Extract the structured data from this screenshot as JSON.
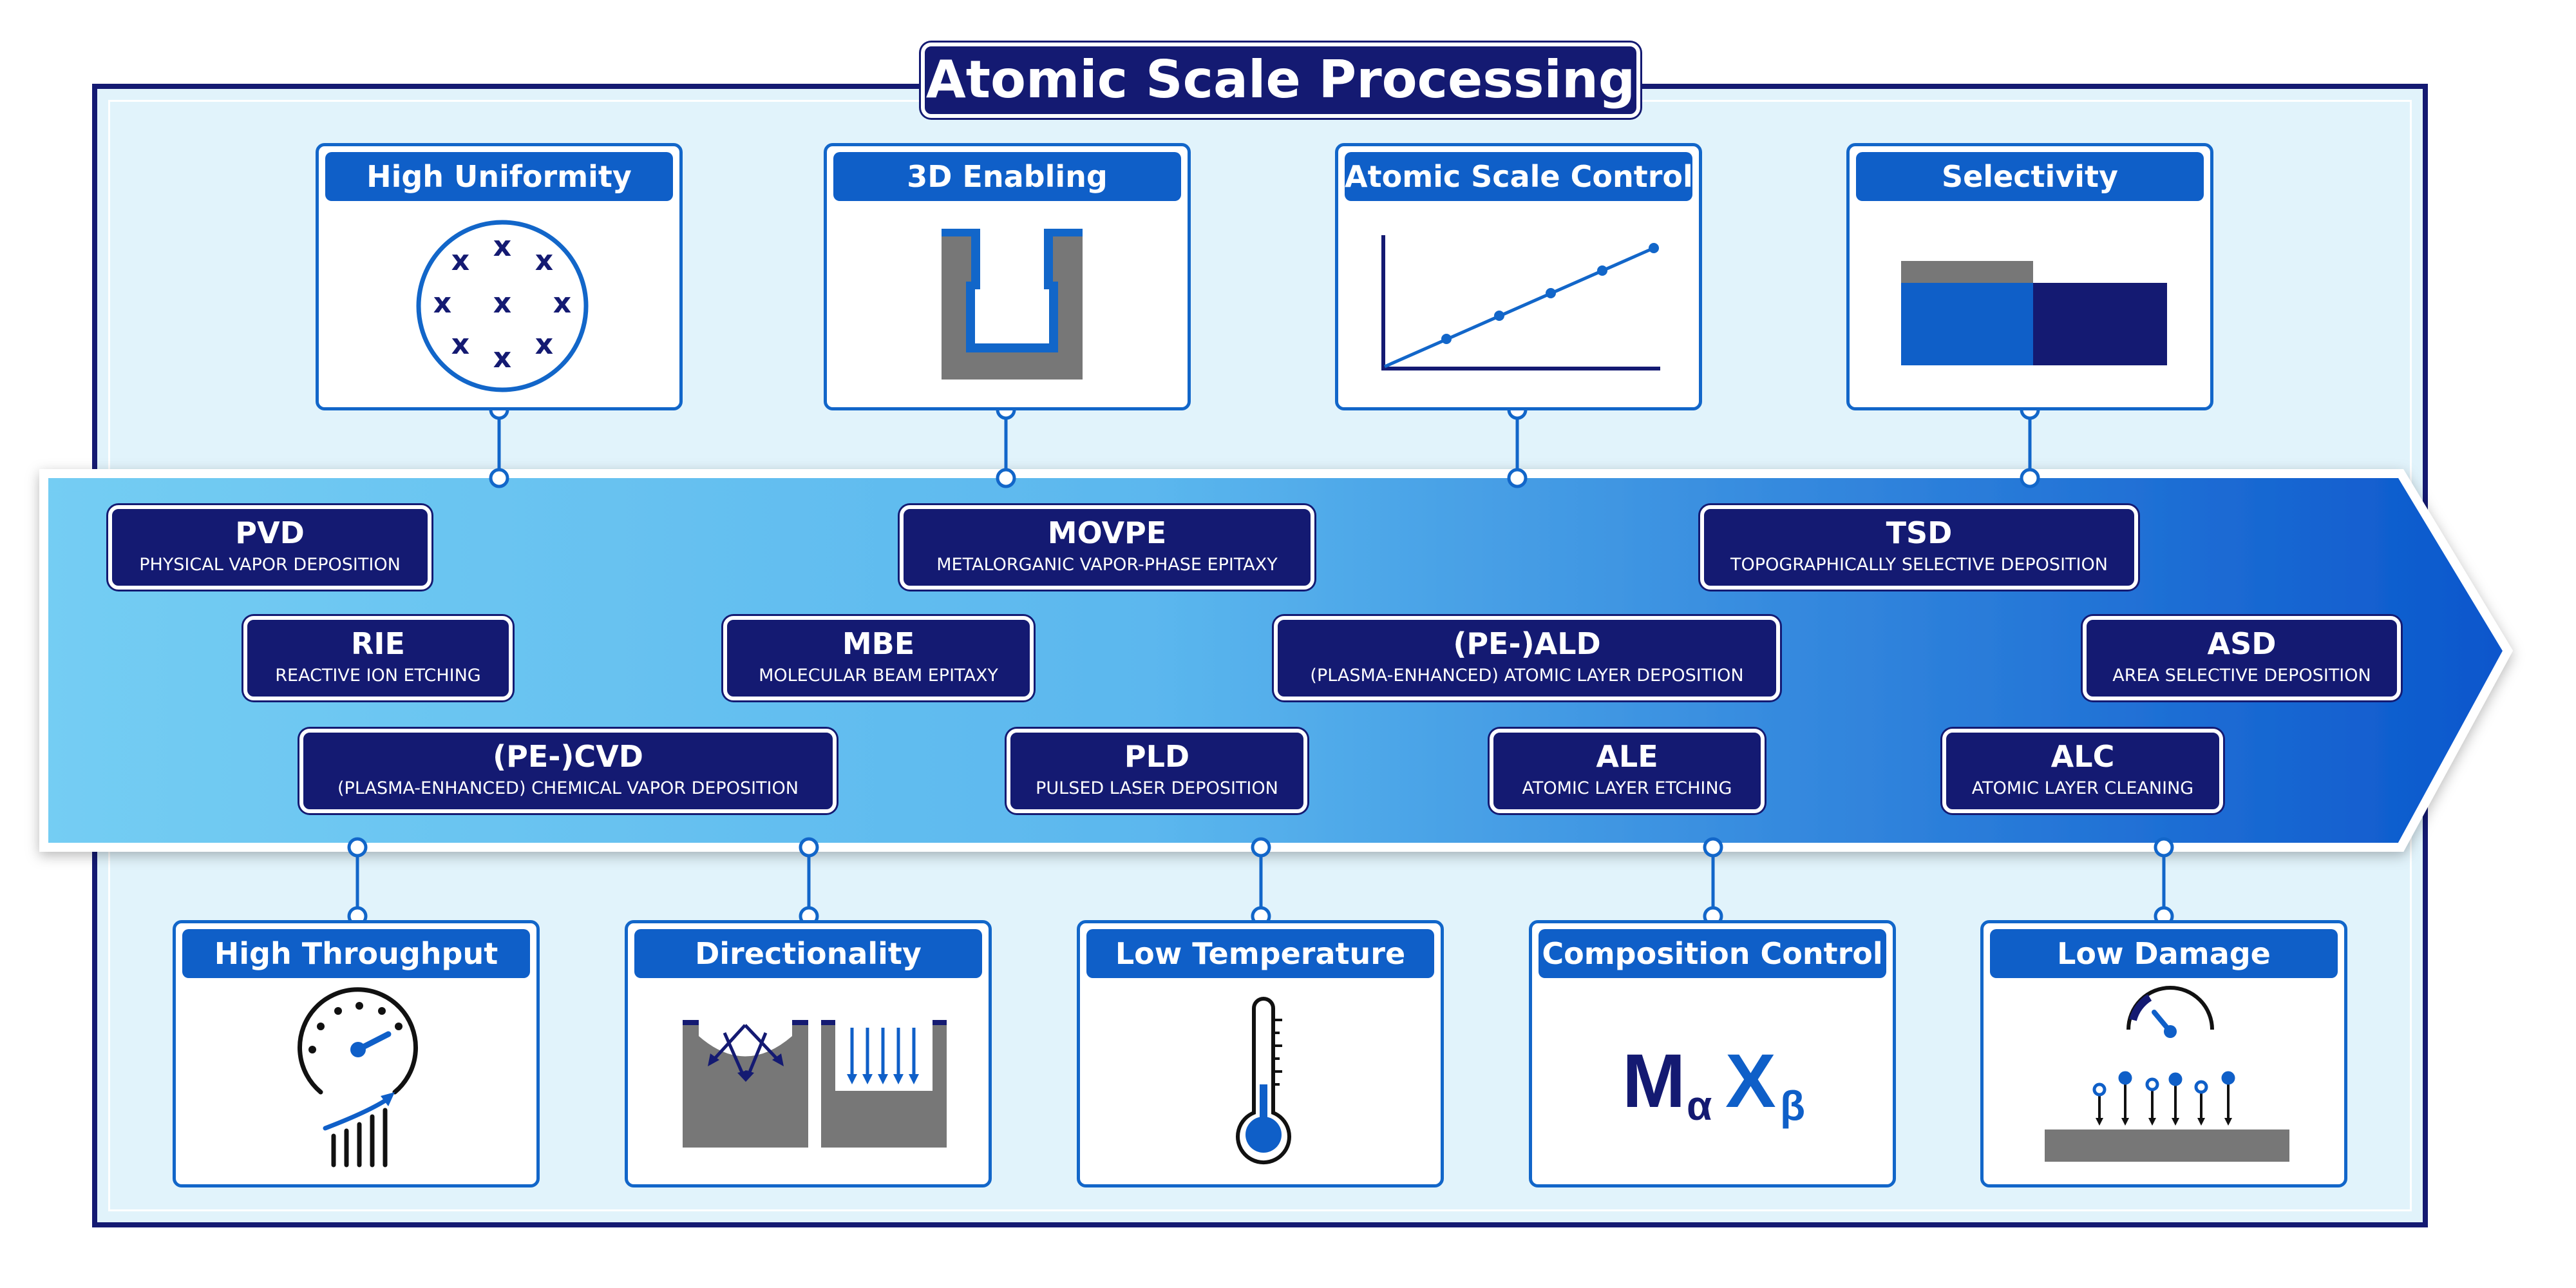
{
  "title": "Atomic Scale Processing",
  "colors": {
    "navy": "#141a72",
    "blue": "#0f5fc8",
    "gray": "#7a7a7a",
    "background": "#e1f3fb"
  },
  "top_properties": [
    {
      "label": "High Uniformity",
      "icon": "wafer-uniformity-icon"
    },
    {
      "label": "3D Enabling",
      "icon": "trench-conformal-icon"
    },
    {
      "label": "Atomic Scale Control",
      "icon": "linear-growth-plot-icon"
    },
    {
      "label": "Selectivity",
      "icon": "selective-layers-icon"
    }
  ],
  "bottom_properties": [
    {
      "label": "High Throughput",
      "icon": "speedometer-icon"
    },
    {
      "label": "Directionality",
      "icon": "directional-trench-icon"
    },
    {
      "label": "Low Temperature",
      "icon": "thermometer-icon"
    },
    {
      "label": "Composition Control",
      "icon": "formula-icon",
      "formula": {
        "m": "M",
        "alpha": "α",
        "x": "X",
        "beta": "β"
      }
    },
    {
      "label": "Low Damage",
      "icon": "low-damage-ions-icon"
    }
  ],
  "processes": [
    {
      "abbr": "PVD",
      "full": "PHYSICAL VAPOR DEPOSITION"
    },
    {
      "abbr": "MOVPE",
      "full": "METALORGANIC VAPOR-PHASE EPITAXY"
    },
    {
      "abbr": "TSD",
      "full": "TOPOGRAPHICALLY SELECTIVE DEPOSITION"
    },
    {
      "abbr": "RIE",
      "full": "REACTIVE ION ETCHING"
    },
    {
      "abbr": "MBE",
      "full": "MOLECULAR BEAM EPITAXY"
    },
    {
      "abbr": "(PE-)ALD",
      "full": "(PLASMA-ENHANCED) ATOMIC LAYER DEPOSITION"
    },
    {
      "abbr": "ASD",
      "full": "AREA SELECTIVE DEPOSITION"
    },
    {
      "abbr": "(PE-)CVD",
      "full": "(PLASMA-ENHANCED) CHEMICAL VAPOR DEPOSITION"
    },
    {
      "abbr": "PLD",
      "full": "PULSED LASER DEPOSITION"
    },
    {
      "abbr": "ALE",
      "full": "ATOMIC LAYER ETCHING"
    },
    {
      "abbr": "ALC",
      "full": "ATOMIC LAYER CLEANING"
    }
  ]
}
